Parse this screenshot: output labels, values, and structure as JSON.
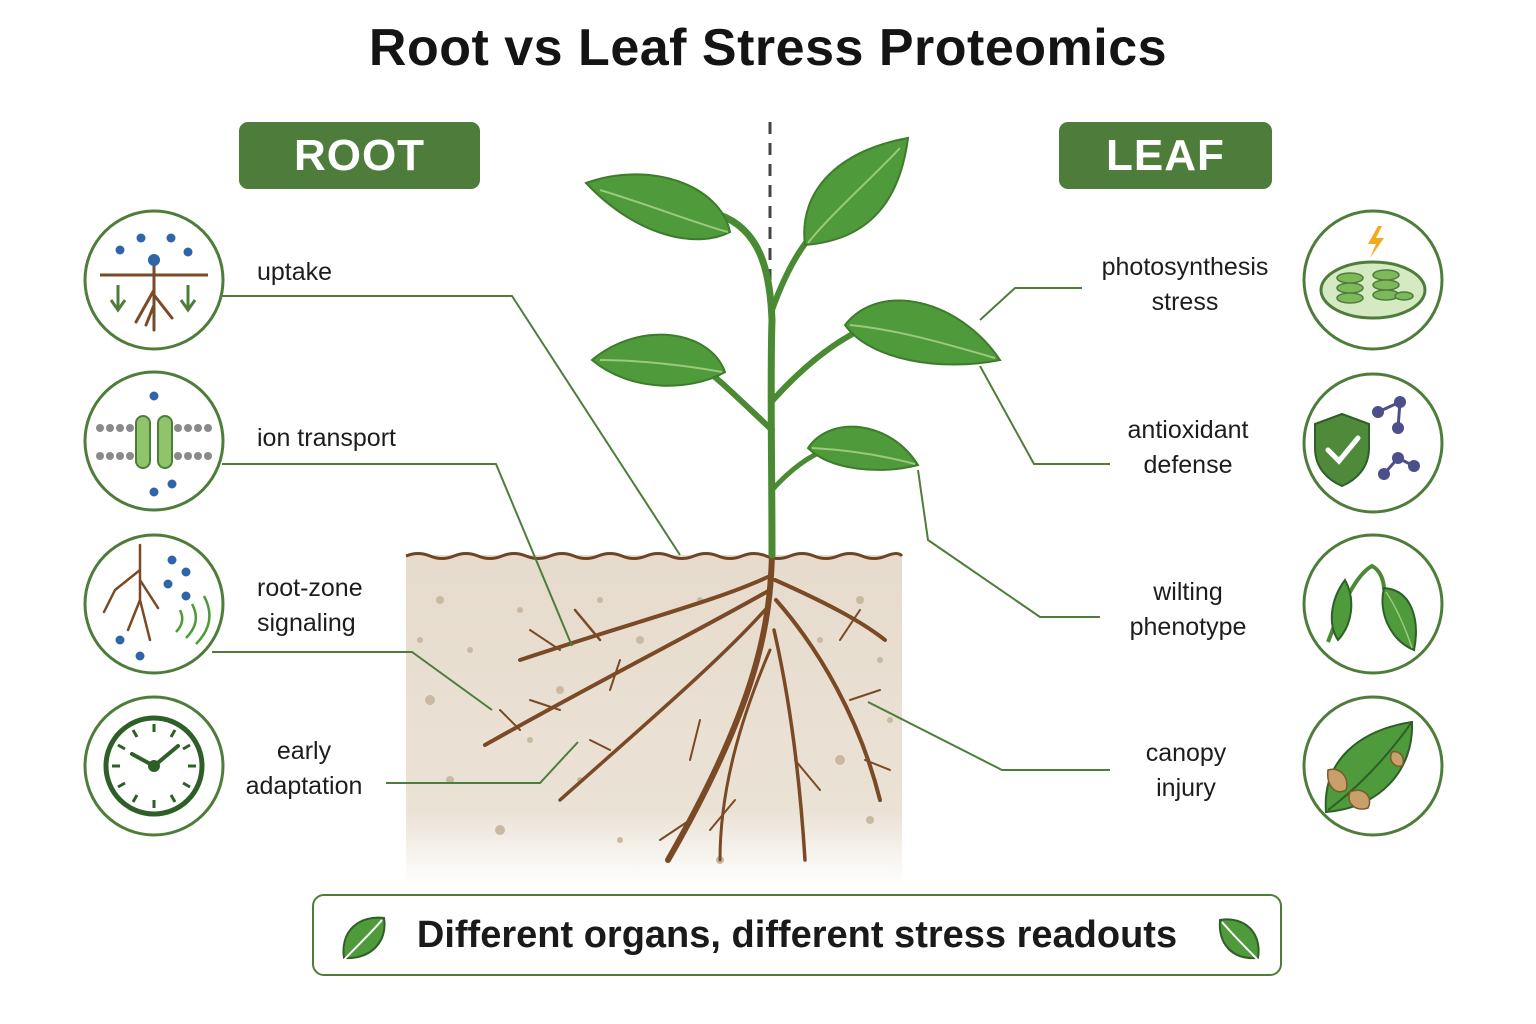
{
  "title": "Root vs Leaf Stress Proteomics",
  "root_panel": {
    "label": "ROOT",
    "items": [
      {
        "id": "uptake",
        "lines": [
          "uptake"
        ],
        "icon": "nutrient-uptake-icon"
      },
      {
        "id": "ion-transport",
        "lines": [
          "ion transport"
        ],
        "icon": "ion-channel-icon"
      },
      {
        "id": "root-zone-signaling",
        "lines": [
          "root-zone",
          "signaling"
        ],
        "icon": "root-signaling-icon"
      },
      {
        "id": "early-adaptation",
        "lines": [
          "early",
          "adaptation"
        ],
        "icon": "clock-icon"
      }
    ]
  },
  "leaf_panel": {
    "label": "LEAF",
    "items": [
      {
        "id": "photosynthesis-stress",
        "lines": [
          "photosynthesis",
          "stress"
        ],
        "icon": "chloroplast-icon"
      },
      {
        "id": "antioxidant-defense",
        "lines": [
          "antioxidant",
          "defense"
        ],
        "icon": "shield-molecule-icon"
      },
      {
        "id": "wilting-phenotype",
        "lines": [
          "wilting",
          "phenotype"
        ],
        "icon": "wilting-leaf-icon"
      },
      {
        "id": "canopy-injury",
        "lines": [
          "canopy",
          "injury"
        ],
        "icon": "damaged-leaf-icon"
      }
    ]
  },
  "footer": {
    "text": "Different organs, different stress readouts",
    "icon": "leaf-icon"
  },
  "colors": {
    "accent_green": "#4e7d3b",
    "leaf_green": "#4f9a3a",
    "stem_green": "#4a8a33",
    "root_brown": "#7a4a26",
    "soil": "#e8ded0",
    "dot_blue": "#2f64a8"
  }
}
